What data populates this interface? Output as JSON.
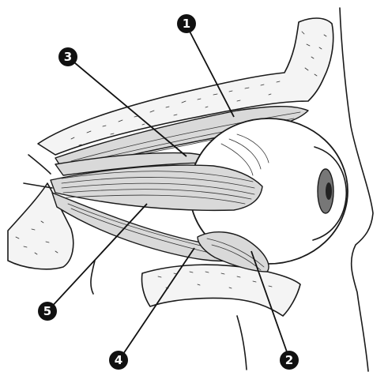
{
  "markers": [
    {
      "id": "1",
      "label": "1"
    },
    {
      "id": "2",
      "label": "2"
    },
    {
      "id": "3",
      "label": "3"
    },
    {
      "id": "4",
      "label": "4"
    },
    {
      "id": "5",
      "label": "5"
    }
  ],
  "colors": {
    "ink": "#1a1a1a",
    "marker_fill": "#111111",
    "marker_text": "#ffffff",
    "bone_fill": "#f4f4f4",
    "muscle_fill": "#d9d9d9"
  }
}
